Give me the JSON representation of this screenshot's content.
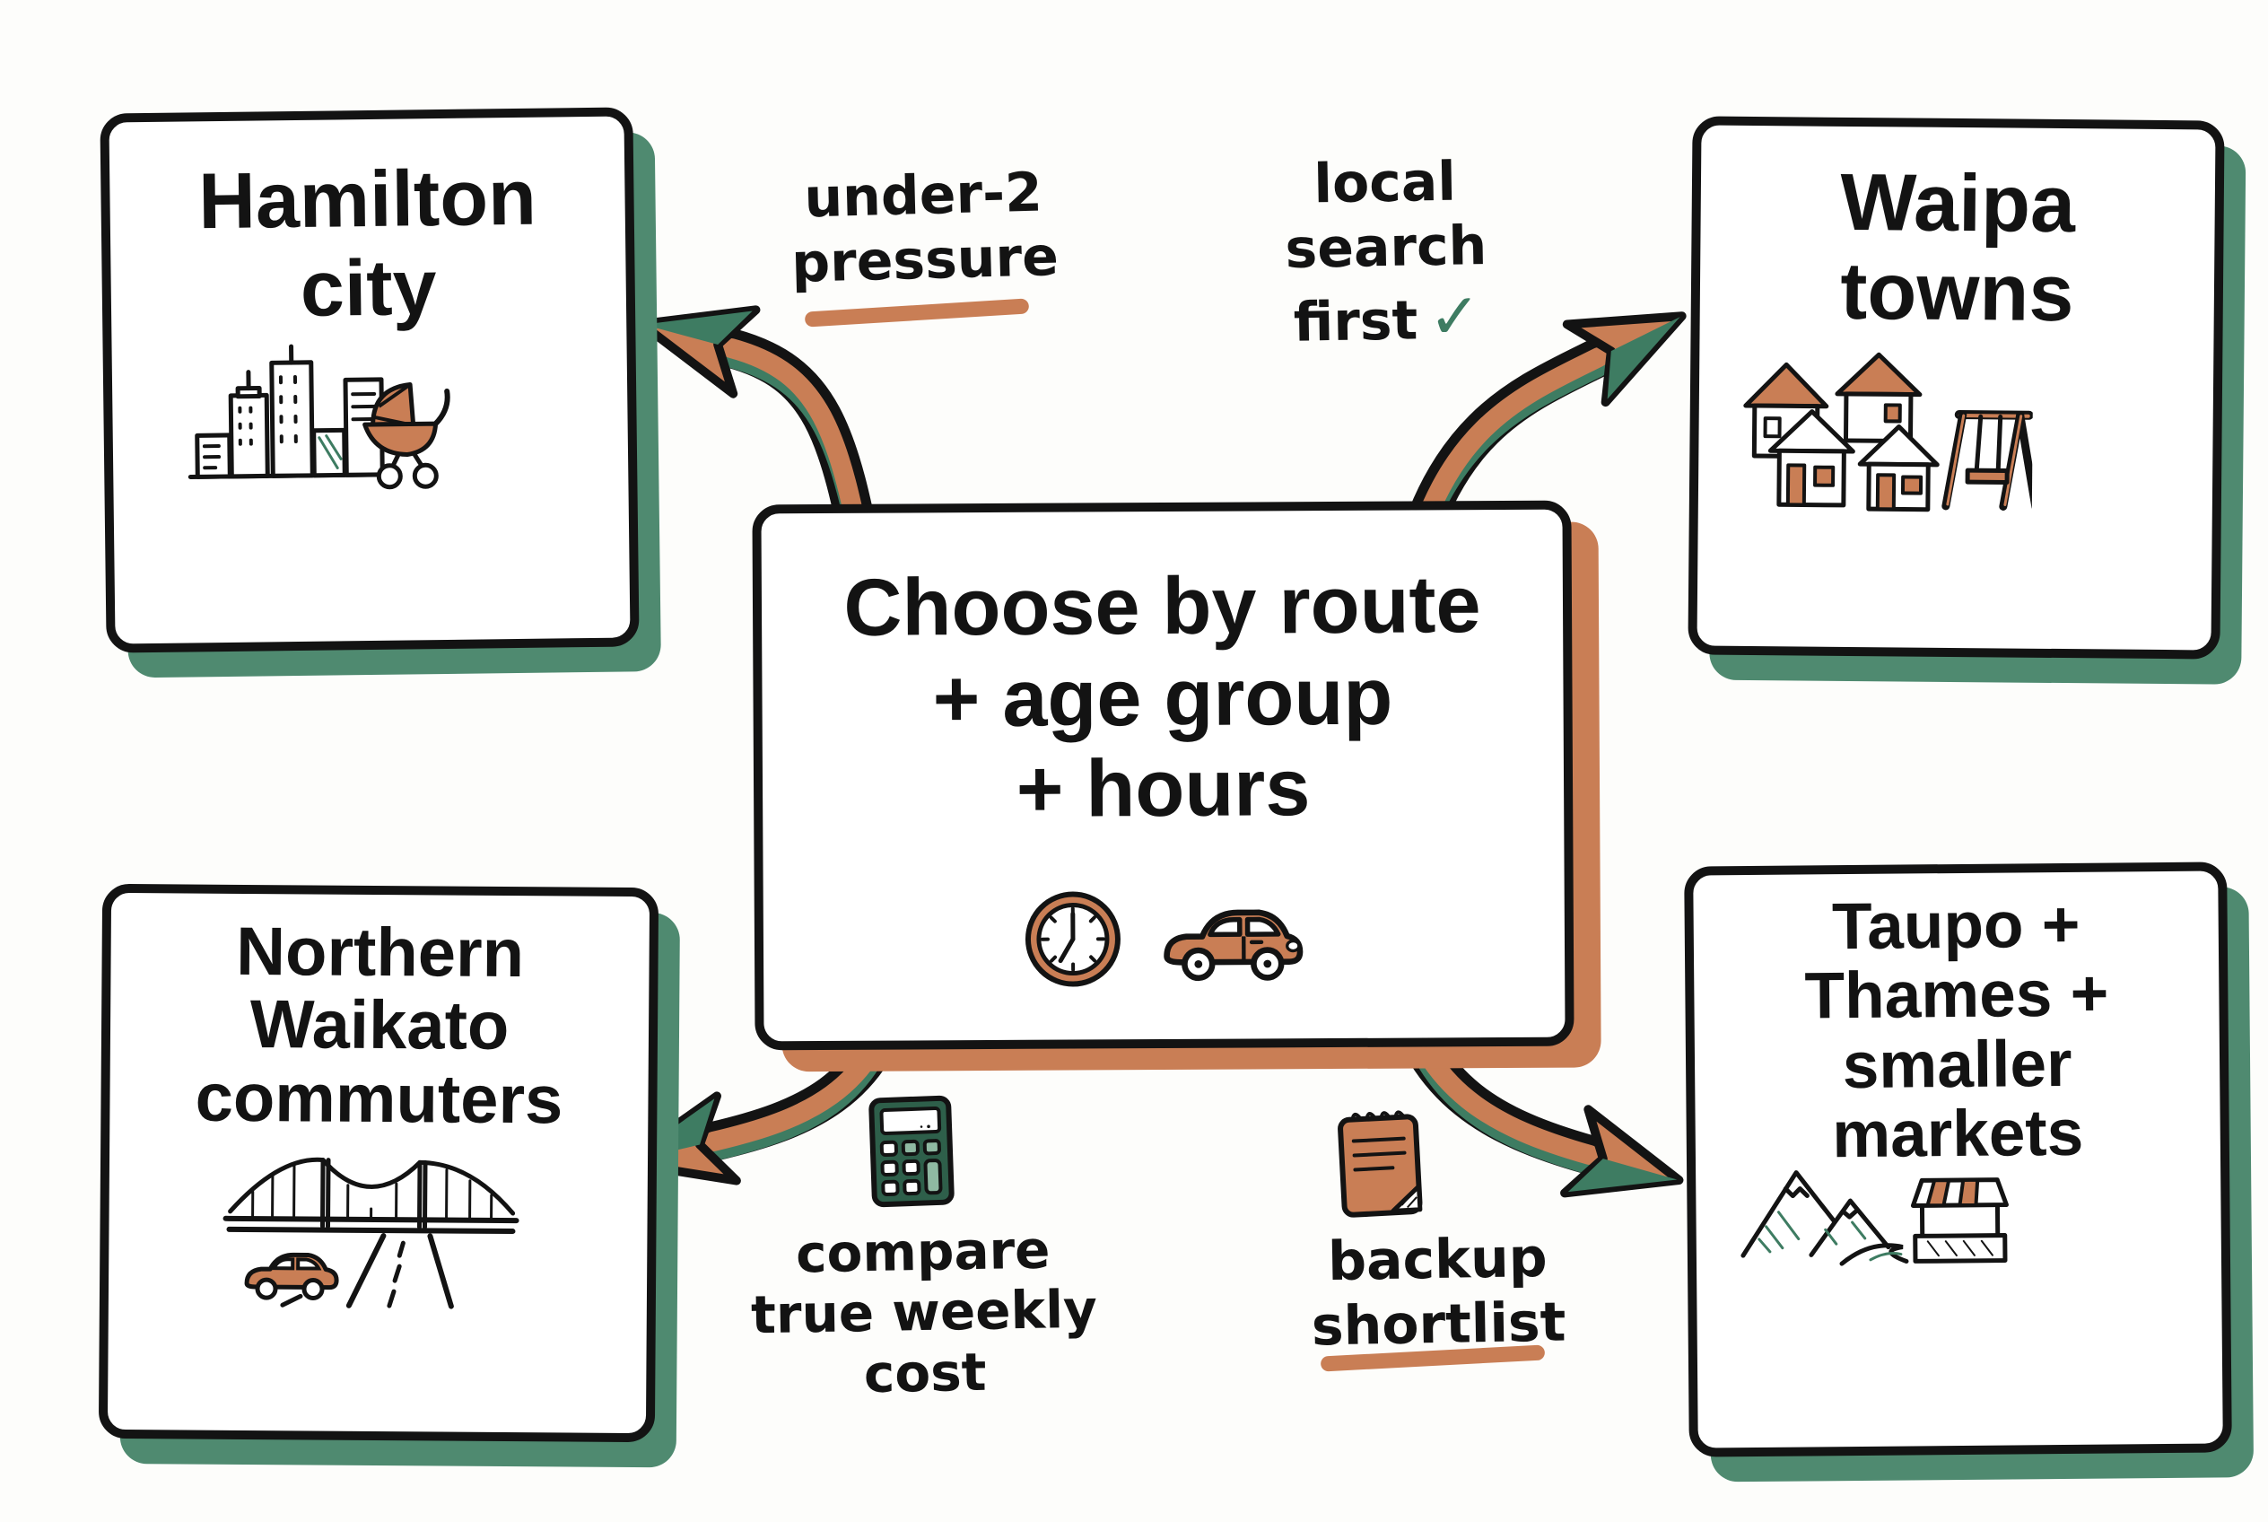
{
  "palette": {
    "ink": "#131313",
    "orange": "#C97E55",
    "green": "#3E7C62",
    "green_shadow": "#4F8A70",
    "green_dark": "#2E5F4A",
    "green_light": "#8FB9A2",
    "paper": "#FDFDFB"
  },
  "center_box": {
    "title_lines": [
      "Choose by route",
      "+ age group",
      "+ hours"
    ],
    "icons": [
      "clock-icon",
      "car-icon"
    ]
  },
  "boxes": {
    "hamilton": {
      "title_lines": [
        "Hamilton",
        "city"
      ],
      "icon": "city-skyline-pram-icon"
    },
    "waipa": {
      "title_lines": [
        "Waipa",
        "towns"
      ],
      "icon": "houses-swing-icon"
    },
    "northern": {
      "title_lines": [
        "Northern",
        "Waikato",
        "commuters"
      ],
      "icon": "bridge-road-car-icon"
    },
    "taupo": {
      "title_lines": [
        "Taupo +",
        "Thames +",
        "smaller",
        "markets"
      ],
      "icon": "mountains-river-market-icon"
    }
  },
  "annotations": {
    "under2": {
      "lines": [
        "under-2",
        "pressure"
      ]
    },
    "local_search": {
      "lines": [
        "local",
        "search",
        "first"
      ],
      "check_glyph": "✓"
    },
    "weekly_cost": {
      "lines": [
        "compare",
        "true weekly",
        "cost"
      ],
      "icon": "calculator-icon"
    },
    "backup": {
      "lines": [
        "backup",
        "shortlist"
      ],
      "icon": "notepad-icon"
    }
  }
}
